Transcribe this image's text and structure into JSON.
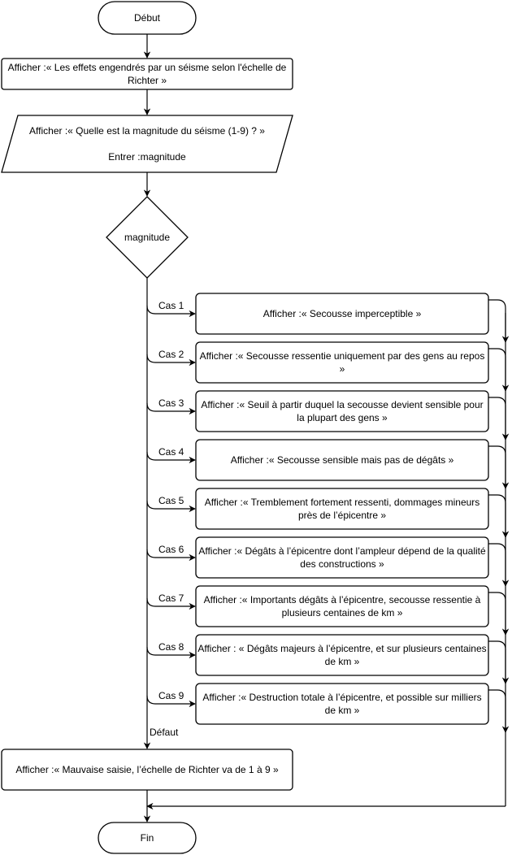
{
  "start": "Début",
  "end": "Fin",
  "display_intro": "Afficher :« Les effets engendrés par un séisme selon l'échelle de Richter »",
  "input_block": "Afficher :« Quelle est la magnitude du séisme (1-9) ? »\n\nEntrer :magnitude",
  "decision": "magnitude",
  "cases": [
    {
      "label": "Cas 1",
      "text": "Afficher :« Secousse imperceptible »"
    },
    {
      "label": "Cas 2",
      "text": "Afficher :« Secousse ressentie uniquement par des gens au repos »"
    },
    {
      "label": "Cas 3",
      "text": "Afficher :« Seuil à partir duquel la secousse devient sensible pour la plupart des gens »"
    },
    {
      "label": "Cas 4",
      "text": "Afficher :« Secousse sensible mais pas de dégâts »"
    },
    {
      "label": "Cas 5",
      "text": "Afficher :« Tremblement fortement ressenti, dommages mineurs près de l’épicentre »"
    },
    {
      "label": "Cas 6",
      "text": "Afficher :« Dégâts à l’épicentre dont l’ampleur dépend de la qualité des constructions »"
    },
    {
      "label": "Cas 7",
      "text": "Afficher :« Importants dégâts à l’épicentre, secousse ressentie à plusieurs centaines de km »"
    },
    {
      "label": "Cas 8",
      "text": "Afficher : « Dégâts majeurs à l’épicentre, et sur plusieurs centaines de km »"
    },
    {
      "label": "Cas 9",
      "text": "Afficher :« Destruction totale à l’épicentre, et possible sur milliers de km »"
    }
  ],
  "default_label": "Défaut",
  "default_text": "Afficher :« Mauvaise saisie, l’échelle de Richter va de 1 à 9 »"
}
